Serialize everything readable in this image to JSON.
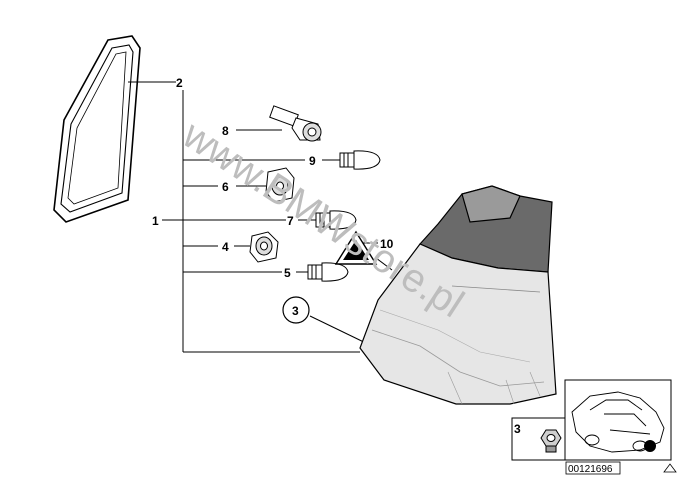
{
  "watermark": "www.BMWstore.pl",
  "callouts": {
    "c1": "1",
    "c2": "2",
    "c3": "3",
    "c4": "4",
    "c5": "5",
    "c6": "6",
    "c7": "7",
    "c8": "8",
    "c9": "9",
    "c10": "10"
  },
  "inset": {
    "item_number": "3",
    "catalog_number": "00121696"
  },
  "colors": {
    "line": "#000000",
    "watermark": "#bdbdbd",
    "lamp_dark": "#6a6a6a",
    "lamp_light": "#e6e6e6"
  }
}
